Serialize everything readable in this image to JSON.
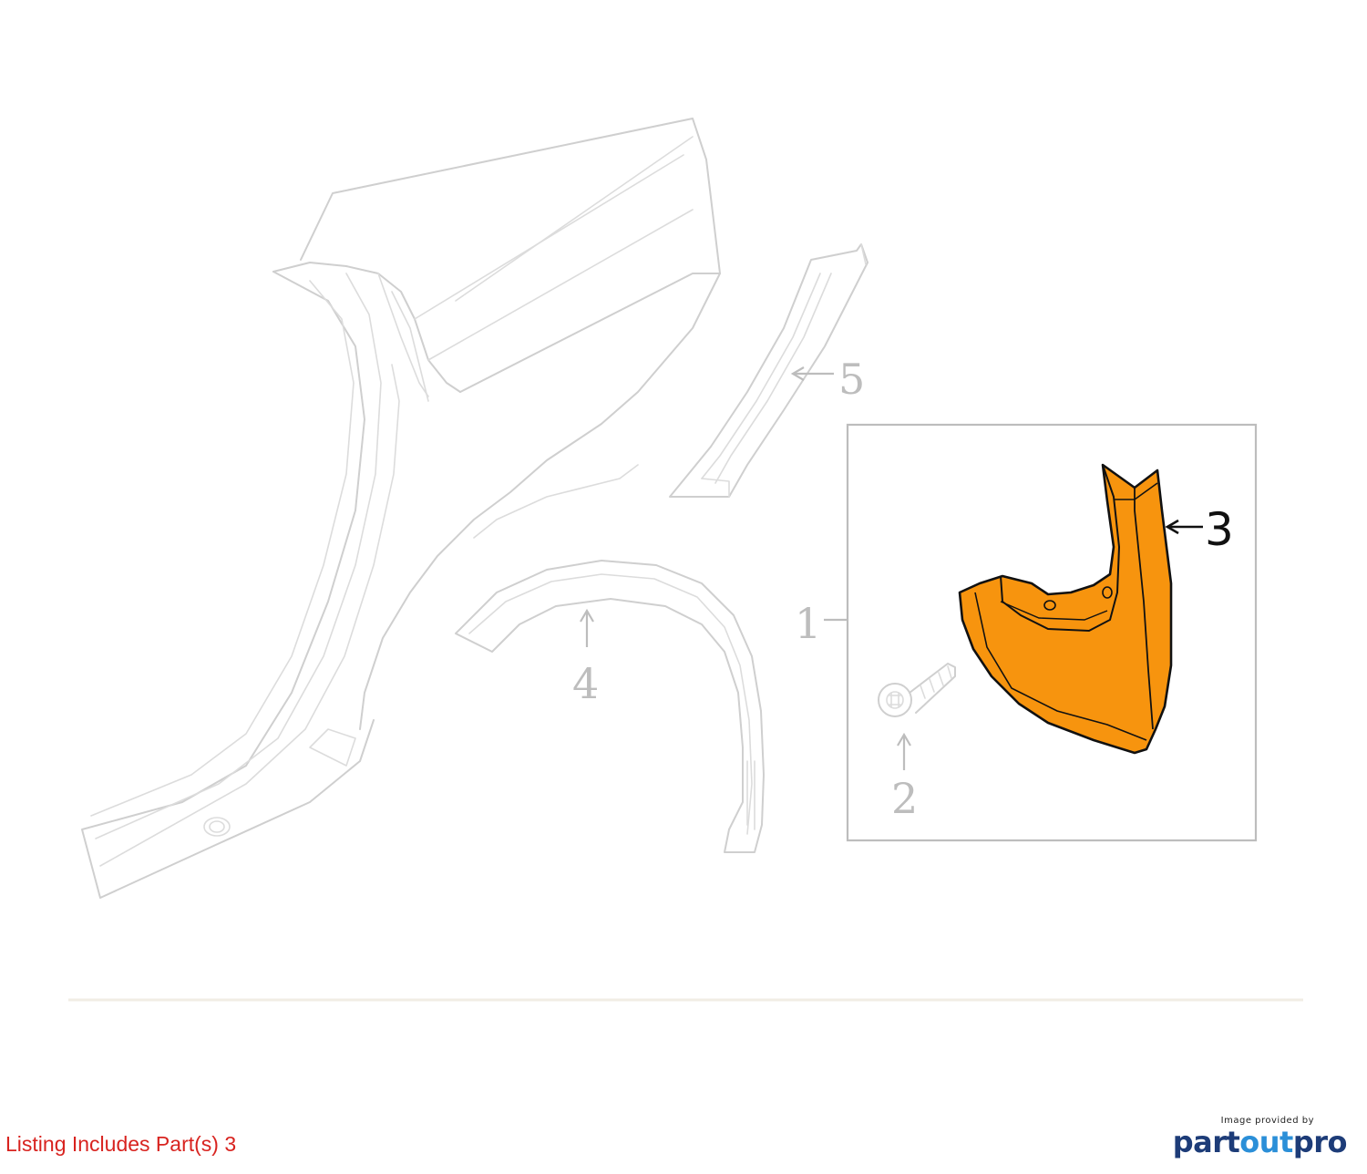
{
  "diagram": {
    "callouts": [
      {
        "id": "1",
        "label": "1"
      },
      {
        "id": "2",
        "label": "2"
      },
      {
        "id": "3",
        "label": "3"
      },
      {
        "id": "4",
        "label": "4"
      },
      {
        "id": "5",
        "label": "5"
      }
    ],
    "highlighted_part": "3",
    "colors": {
      "highlight_fill": "#F7940E",
      "highlight_stroke": "#111111",
      "ghost_stroke": "#CFCFCF",
      "caption": "#D8231F"
    }
  },
  "caption": {
    "listing": "Listing Includes Part(s) 3"
  },
  "credit": {
    "provided_by": "Image provided by",
    "brand_part1": "part",
    "brand_part2": "out",
    "brand_part3": "pro"
  }
}
